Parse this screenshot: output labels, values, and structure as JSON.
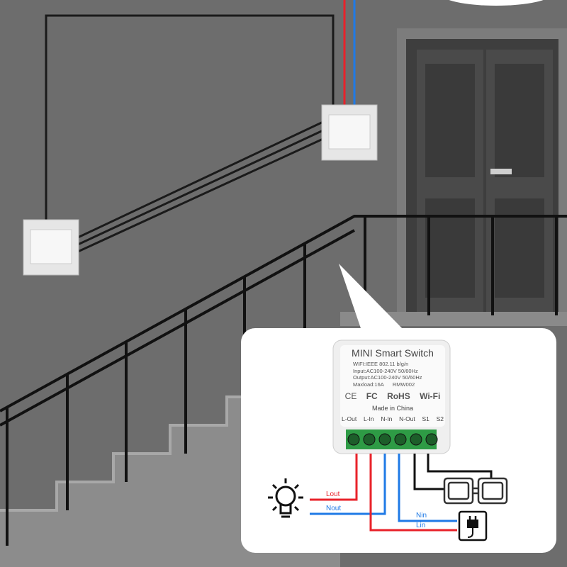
{
  "device": {
    "title": "MINI Smart Switch",
    "specs": [
      "WIFI:IEEE 802.11 b/g/n",
      "Input:AC100-240V 50/60Hz",
      "Output:AC100-240V 50/60Hz",
      "Maxload:16A      RMW002"
    ],
    "certs": [
      "CE",
      "FC",
      "RoHS",
      "Wi-Fi"
    ],
    "origin": "Made in China",
    "terminals": [
      "L-Out",
      "L-In",
      "N-In",
      "N-Out",
      "S1",
      "S2"
    ]
  },
  "wiring": {
    "lout": "Lout",
    "nout": "Nout",
    "nin": "Nin",
    "lin": "Lin"
  },
  "colors": {
    "live": "#e8222a",
    "neutral": "#1f7ae6",
    "terminal_green": "#2e9b45"
  }
}
